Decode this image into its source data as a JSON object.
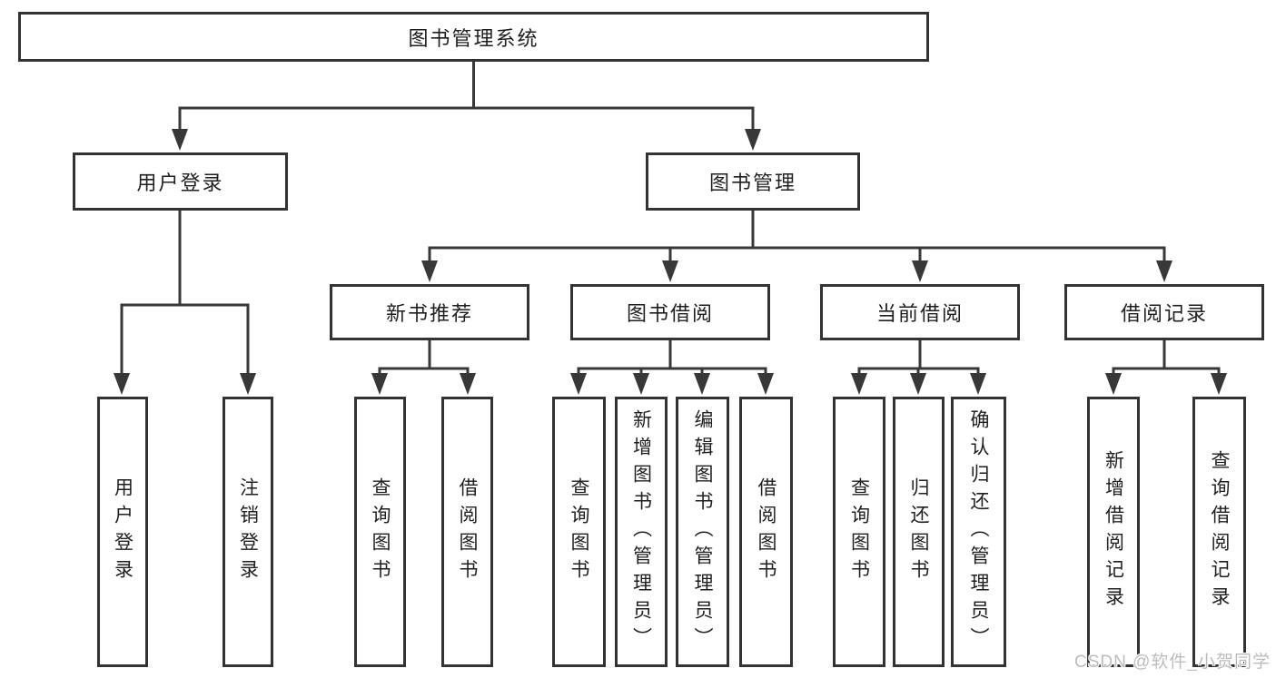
{
  "nodes": {
    "root": "图书管理系统",
    "login": "用户登录",
    "mgmt": "图书管理",
    "l3": [
      "新书推荐",
      "图书借阅",
      "当前借阅",
      "借阅记录"
    ],
    "login_children": [
      "用户登录",
      "注销登录"
    ],
    "newbook_children": [
      "查询图书",
      "借阅图书"
    ],
    "borrow_children": [
      "查询图书",
      "新增图书（管理员）",
      "编辑图书（管理员）",
      "借阅图书"
    ],
    "current_children": [
      "查询图书",
      "归还图书",
      "确认归还（管理员）"
    ],
    "records_children": [
      "新增借阅记录",
      "查询借阅记录"
    ]
  },
  "watermark": "CSDN @软件_小贺同学",
  "colors": {
    "line": "#383838",
    "box_border": "#333333",
    "text": "#1f1f1f",
    "watermark": "#bcbcbc",
    "background": "#ffffff"
  }
}
